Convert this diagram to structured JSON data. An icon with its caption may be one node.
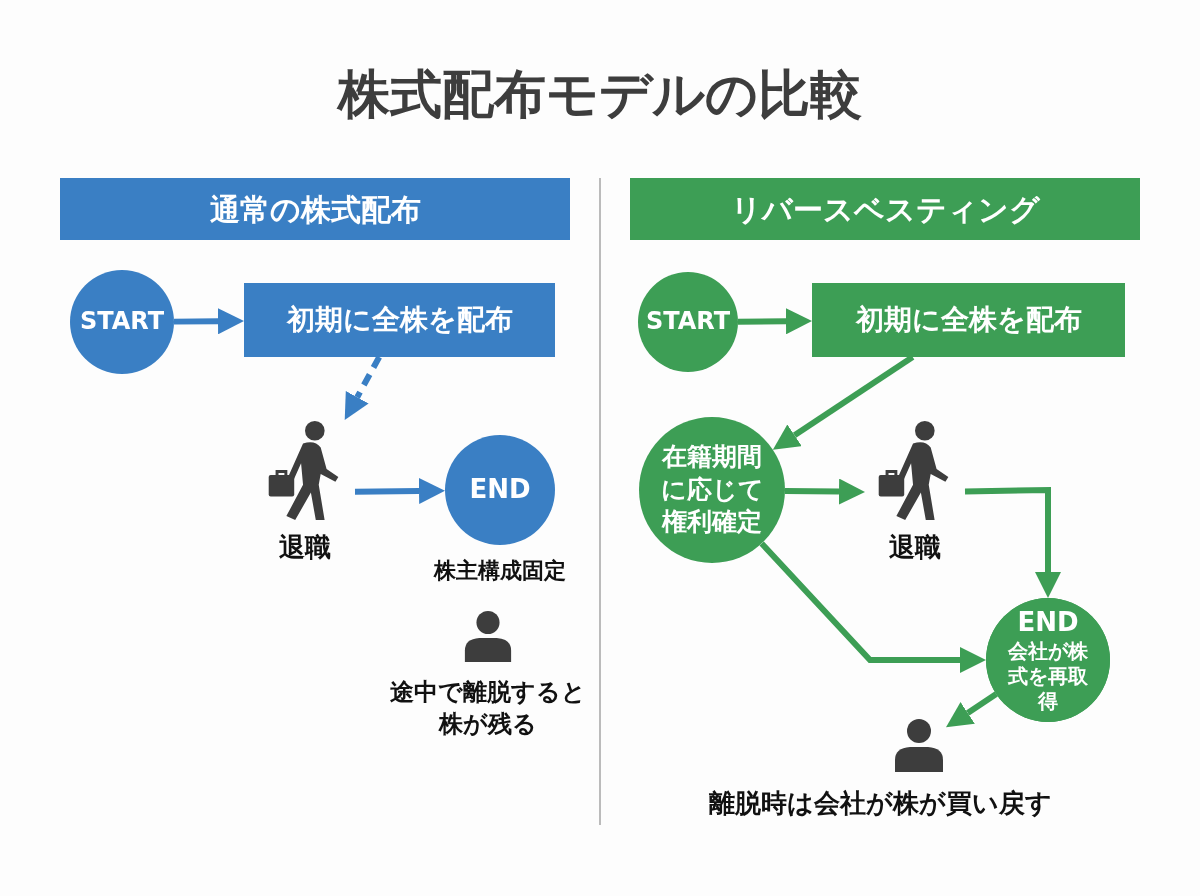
{
  "diagram": {
    "title": "株式配布モデルの比較",
    "nodes": [
      {
        "text": [
          "通常の株式配布"
        ]
      },
      {
        "text": [
          "START"
        ]
      },
      {
        "text": [
          "初期に全株を配布"
        ]
      },
      {
        "text": [
          "退職"
        ]
      },
      {
        "text": [
          "END"
        ],
        "beside": [
          "株主構成固定"
        ]
      },
      {
        "text": [
          "リバースベスティング"
        ]
      },
      {
        "text": [
          "START"
        ]
      },
      {
        "text": [
          "初期に全株を配布"
        ]
      },
      {
        "text": [
          "在籍期間に応じて権利確定"
        ]
      },
      {
        "text": [
          "退職"
        ]
      },
      {
        "text": [
          "END",
          "会社が株式を再取得"
        ]
      },
      {
        "text": [],
        "shape": "person",
        "beside": [
          "離脱時は会社が株が買い戻す"
        ]
      }
    ],
    "edges": [
      {
        "from": 1,
        "to": 2,
        "arrow": "to",
        "color": "#3a7fc4"
      },
      {
        "from": 2,
        "to": 3,
        "arrow": "to",
        "style": "dashed",
        "color": "#3a7fc4"
      },
      {
        "from": 3,
        "to": 4,
        "arrow": "to",
        "color": "#3a7fc4"
      },
      {
        "from": 6,
        "to": 7,
        "arrow": "to"
      },
      {
        "from": 7,
        "to": 8,
        "arrow": "to"
      },
      {
        "from": 8,
        "to": 9,
        "arrow": "to"
      },
      {
        "from": 9,
        "to": 10,
        "arrow": "to"
      },
      {
        "from": 8,
        "to": 10,
        "arrow": "to"
      },
      {
        "from": 10,
        "to": 11,
        "arrow": "to"
      }
    ],
    "labels": [
      "途中で離脱すると株が残る"
    ]
  }
}
